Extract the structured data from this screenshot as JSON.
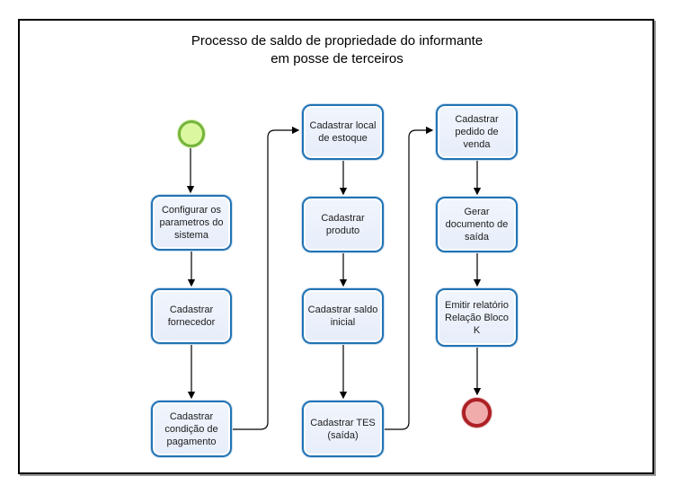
{
  "diagram": {
    "title": "Processo de saldo de propriedade do informante\nem posse de terceiros",
    "tasks": {
      "configure_params": {
        "label": "Configurar os\nparametros do\nsistema"
      },
      "register_supplier": {
        "label": "Cadastrar\nfornecedor"
      },
      "register_payment_condition": {
        "label": "Cadastrar\ncondição de\npagamento"
      },
      "register_stock_location": {
        "label": "Cadastrar local\nde estoque"
      },
      "register_product": {
        "label": "Cadastrar\nproduto"
      },
      "register_initial_balance": {
        "label": "Cadastrar saldo\ninicial"
      },
      "register_tes_exit": {
        "label": "Cadastrar TES\n(saída)"
      },
      "register_sales_order": {
        "label": "Cadastrar\npedido de\nvenda"
      },
      "generate_exit_document": {
        "label": "Gerar\ndocumento de\nsaída"
      },
      "issue_block_k_report": {
        "label": "Emitir relatório\nRelação Bloco\nK"
      }
    },
    "events": {
      "start": {
        "type": "start-event"
      },
      "end": {
        "type": "end-event"
      }
    },
    "flows": [
      {
        "from": "start",
        "to": "configure_params"
      },
      {
        "from": "configure_params",
        "to": "register_supplier"
      },
      {
        "from": "register_supplier",
        "to": "register_payment_condition"
      },
      {
        "from": "register_payment_condition",
        "to": "register_stock_location"
      },
      {
        "from": "register_stock_location",
        "to": "register_product"
      },
      {
        "from": "register_product",
        "to": "register_initial_balance"
      },
      {
        "from": "register_initial_balance",
        "to": "register_tes_exit"
      },
      {
        "from": "register_tes_exit",
        "to": "register_sales_order"
      },
      {
        "from": "register_sales_order",
        "to": "generate_exit_document"
      },
      {
        "from": "generate_exit_document",
        "to": "issue_block_k_report"
      },
      {
        "from": "issue_block_k_report",
        "to": "end"
      }
    ],
    "colors": {
      "task_border": "#2173b4",
      "task_fill": "#eaeffb",
      "start_border": "#76b43c",
      "start_fill": "#dbf8a0",
      "end_border": "#ae2025",
      "end_fill": "#f0abab",
      "connector": "#000000",
      "frame_border": "#000000"
    }
  }
}
